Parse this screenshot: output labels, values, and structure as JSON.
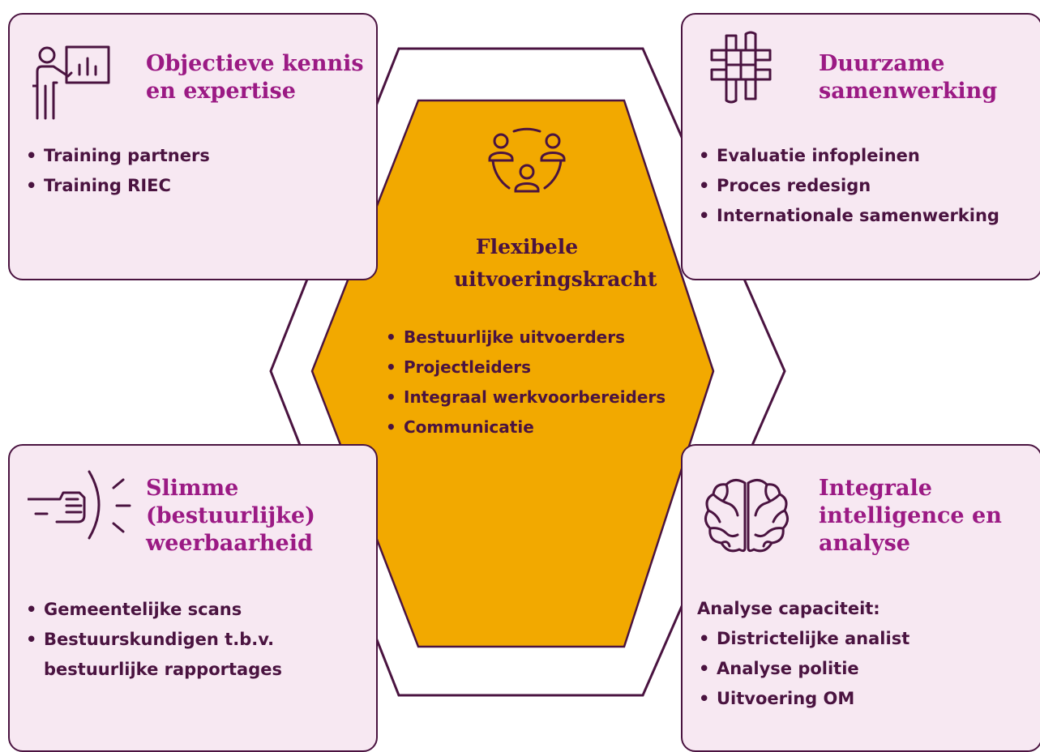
{
  "center": {
    "icon": "group-people-icon",
    "title_line1": "Flexibele",
    "title_line2": "uitvoeringskracht",
    "items": [
      "Bestuurlijke uitvoerders",
      "Projectleiders",
      "Integraal werkvoorbereiders",
      "Communicatie"
    ]
  },
  "top_left": {
    "icon": "presenter-chart-icon",
    "title_line1": "Objectieve kennis",
    "title_line2": "en expertise",
    "items": [
      "Training partners",
      "Training RIEC"
    ]
  },
  "top_right": {
    "icon": "joined-hands-icon",
    "title_line1": "Duurzame",
    "title_line2": "samenwerking",
    "items": [
      "Evaluatie infopleinen",
      "Proces redesign",
      "Internationale samenwerking"
    ]
  },
  "bottom_left": {
    "icon": "fist-impact-icon",
    "title_line1": "Slimme",
    "title_line2": "(bestuurlijke)",
    "title_line3": "weerbaarheid",
    "items": [
      "Gemeentelijke scans",
      "Bestuurskundigen t.b.v."
    ],
    "item2_cont": "bestuurlijke rapportages"
  },
  "bottom_right": {
    "icon": "brain-icon",
    "title_line1": "Integrale",
    "title_line2": "intelligence en",
    "title_line3": "analyse",
    "label": "Analyse capaciteit:",
    "items": [
      "Districtelijke analist",
      "Analyse politie",
      "Uitvoering OM"
    ]
  },
  "colors": {
    "card_fill": "#f7e8f2",
    "outline": "#4a1340",
    "title_accent": "#9b1a84",
    "center_fill": "#f2a900"
  }
}
